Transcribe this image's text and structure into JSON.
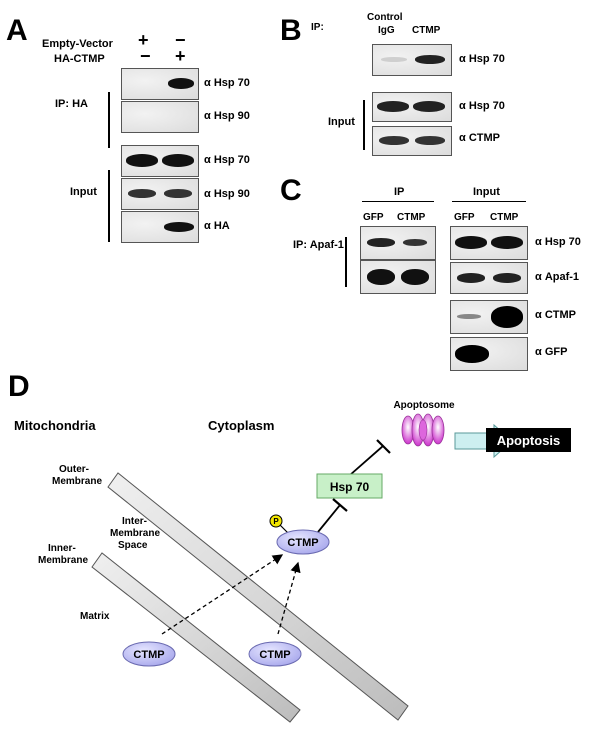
{
  "panels": {
    "a": "A",
    "b": "B",
    "c": "C",
    "d": "D"
  },
  "panel_a": {
    "row1_label": "Empty-Vector",
    "row2_label": "HA-CTMP",
    "row1_signs": [
      "+",
      "−"
    ],
    "row2_signs": [
      "−",
      "+"
    ],
    "ip_label": "IP: HA",
    "input_label": "Input",
    "antibodies": [
      "α Hsp 70",
      "α Hsp 90",
      "α Hsp 70",
      "α Hsp 90",
      "α HA"
    ]
  },
  "panel_b": {
    "ip_label": "IP:",
    "col1": "Control IgG",
    "col1_line1": "Control",
    "col1_line2": "IgG",
    "col2": "CTMP",
    "input_label": "Input",
    "antibodies": [
      "α Hsp 70",
      "α Hsp 70",
      "α CTMP"
    ]
  },
  "panel_c": {
    "ip_header": "IP",
    "input_header": "Input",
    "cols": [
      "GFP",
      "CTMP",
      "GFP",
      "CTMP"
    ],
    "ip_label": "IP: Apaf-1",
    "antibodies": [
      "α Hsp 70",
      "α Apaf-1",
      "α CTMP",
      "α GFP"
    ]
  },
  "panel_d": {
    "mitochondria": "Mitochondria",
    "cytoplasm": "Cytoplasm",
    "apoptosome": "Apoptosome",
    "apoptosis": "Apoptosis",
    "outer1": "Outer-",
    "outer2": "Membrane",
    "intermem1": "Inter-",
    "intermem2": "Membrane",
    "intermem3": "Space",
    "inner1": "Inner-",
    "inner2": "Membrane",
    "matrix": "Matrix",
    "hsp70": "Hsp 70",
    "ctmp": "CTMP",
    "phospho": "P"
  },
  "colors": {
    "ctmp_fill": "#b8b8f0",
    "hsp_fill": "#c8f0c8",
    "apoptosome": "#cc33cc",
    "arrow_fill": "#cdeff0"
  }
}
